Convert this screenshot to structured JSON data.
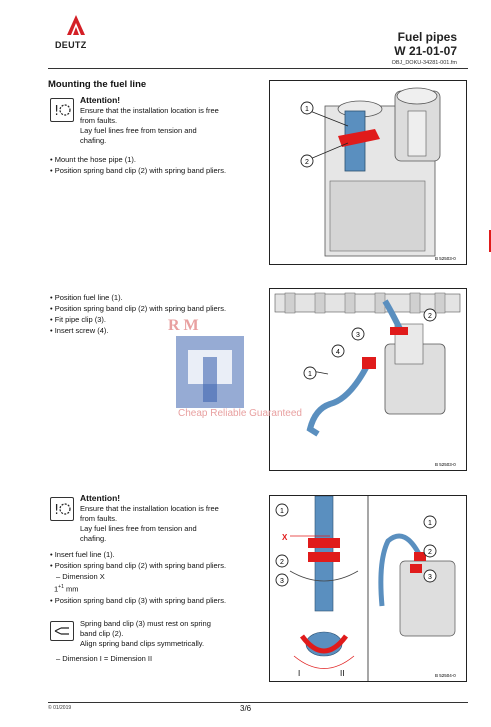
{
  "header": {
    "brand": "DEUTZ",
    "title": "Fuel pipes",
    "number": "W 21-01-07",
    "object_id": "OBJ_DOKU-34281-001.fm"
  },
  "section1": {
    "heading": "Mounting the fuel line",
    "attention": {
      "title": "Attention!",
      "lines": [
        "Ensure that the installation location is free",
        "from faults.",
        "Lay fuel lines free from tension and",
        "chafing."
      ]
    },
    "steps": [
      "Mount the hose pipe (1).",
      "Position spring band clip (2) with spring band pliers."
    ],
    "figure_code": "B 52503-0"
  },
  "section2": {
    "steps": [
      "Position fuel line (1).",
      "Position spring band clip (2) with spring band pliers.",
      "Fit pipe clip (3).",
      "Insert screw (4)."
    ],
    "figure_code": "B 52503-0"
  },
  "section3": {
    "attention": {
      "title": "Attention!",
      "lines": [
        "Ensure that the installation location is free",
        "from faults.",
        "Lay fuel lines free from tension and",
        "chafing."
      ]
    },
    "steps": [
      "Insert fuel line (1).",
      "Position spring band clip (2) with spring band pliers."
    ],
    "sub_dim_x": "–  Dimension X",
    "dim_value": "1",
    "dim_tol": "+1",
    "dim_unit": "mm",
    "step3": "Position spring band clip (3) with spring band pliers.",
    "note_lines": [
      "Spring band clip (3) must rest on spring",
      "band clip (2).",
      "Align spring band clips symmetrically."
    ],
    "sub_dim_i": "–  Dimension I = Dimension II",
    "figure_code": "B 52504-0",
    "fig_labels": {
      "x": "X",
      "i": "I",
      "ii": "II"
    }
  },
  "watermark": {
    "letters": "R M",
    "tagline": "Cheap Reliable Guaranteed"
  },
  "footer": {
    "date": "© 01/2019",
    "page": "3/6"
  },
  "callouts": [
    "1",
    "2",
    "3",
    "4"
  ]
}
